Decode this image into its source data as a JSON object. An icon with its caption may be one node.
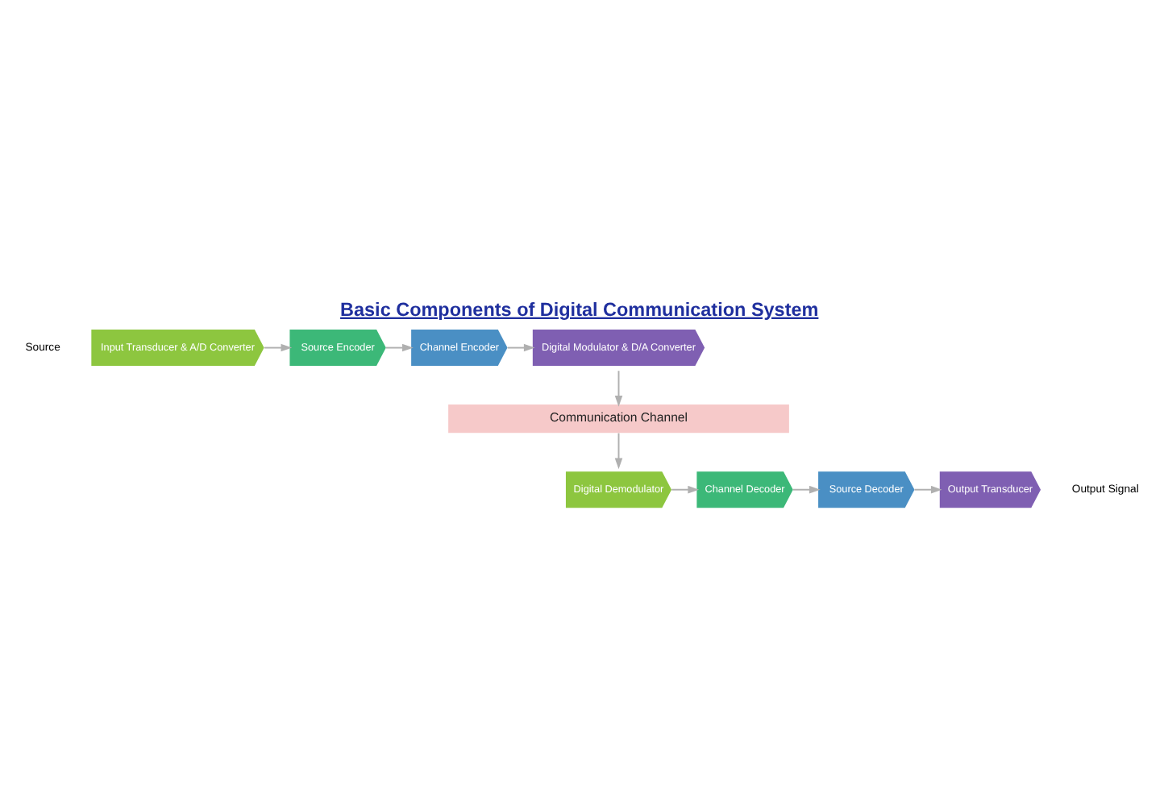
{
  "diagram": {
    "title": "Basic Components of Digital Communication System",
    "nodes": [
      {
        "text": [
          "Input Transducer & A/D Converter"
        ],
        "beside": [
          "Source"
        ]
      },
      {
        "text": [
          "Source Encoder"
        ]
      },
      {
        "text": [
          "Channel Encoder"
        ]
      },
      {
        "text": [
          "Digital Modulator & D/A Converter"
        ]
      },
      {
        "text": [
          "Communication Channel"
        ]
      },
      {
        "text": [
          "Digital Demodulator"
        ]
      },
      {
        "text": [
          "Channel Decoder"
        ]
      },
      {
        "text": [
          "Source Decoder"
        ]
      },
      {
        "text": [
          "Output Transducer"
        ],
        "beside": [
          "Output Signal"
        ]
      }
    ],
    "edges": [
      {
        "from": 0,
        "to": 1,
        "arrow": "to"
      },
      {
        "from": 1,
        "to": 2,
        "arrow": "to"
      },
      {
        "from": 2,
        "to": 3,
        "arrow": "to"
      },
      {
        "from": 3,
        "to": 4,
        "arrow": "to"
      },
      {
        "from": 4,
        "to": 5,
        "arrow": "to"
      },
      {
        "from": 5,
        "to": 6,
        "arrow": "to"
      },
      {
        "from": 6,
        "to": 7,
        "arrow": "to"
      },
      {
        "from": 7,
        "to": 8,
        "arrow": "to"
      }
    ]
  }
}
